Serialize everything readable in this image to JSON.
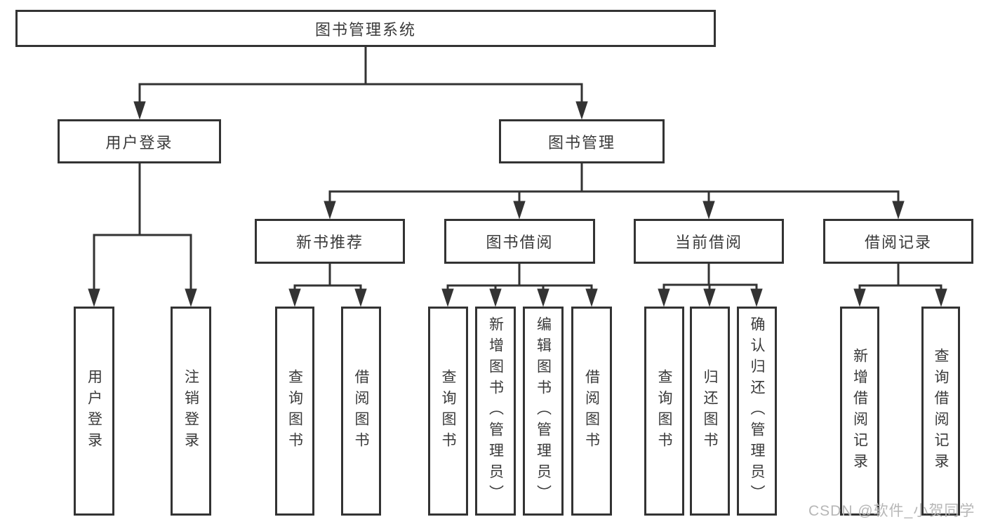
{
  "tree": {
    "label": "图书管理系统",
    "children": [
      {
        "label": "用户登录",
        "children": [
          {
            "label": "用户登录"
          },
          {
            "label": "注销登录"
          }
        ]
      },
      {
        "label": "图书管理",
        "children": [
          {
            "label": "新书推荐",
            "children": [
              {
                "label": "查询图书"
              },
              {
                "label": "借阅图书"
              }
            ]
          },
          {
            "label": "图书借阅",
            "children": [
              {
                "label": "查询图书"
              },
              {
                "label": "新增图书（管理员）"
              },
              {
                "label": "编辑图书（管理员）"
              },
              {
                "label": "借阅图书"
              }
            ]
          },
          {
            "label": "当前借阅",
            "children": [
              {
                "label": "查询图书"
              },
              {
                "label": "归还图书"
              },
              {
                "label": "确认归还（管理员）"
              }
            ]
          },
          {
            "label": "借阅记录",
            "children": [
              {
                "label": "新增借阅记录"
              },
              {
                "label": "查询借阅记录"
              }
            ]
          }
        ]
      }
    ]
  },
  "watermark": "CSDN @软件_小贺同学",
  "colors": {
    "line": "#333333",
    "text": "#3a3a3a",
    "watermark": "#b7b7b7",
    "background": "#ffffff"
  }
}
